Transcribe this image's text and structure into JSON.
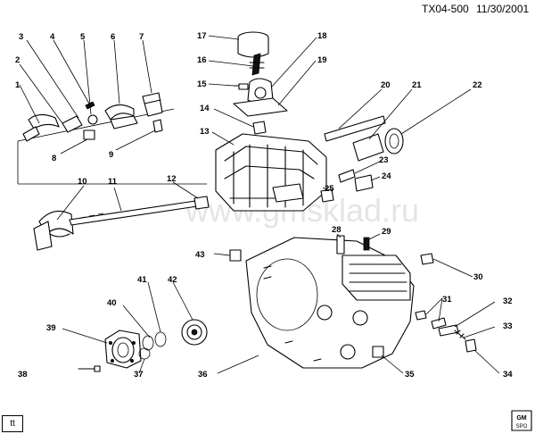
{
  "header": {
    "code": "TX04-500",
    "date": "11/30/2001"
  },
  "watermark": "www.gmsklad.ru",
  "footer": {
    "left_tag": "tt",
    "logo_text_1": "GM",
    "logo_text_2": "SPO"
  },
  "callouts": {
    "c1": "1",
    "c2": "2",
    "c3": "3",
    "c4": "4",
    "c5": "5",
    "c6": "6",
    "c7": "7",
    "c8": "8",
    "c9": "9",
    "c10": "10",
    "c11": "11",
    "c12": "12",
    "c13": "13",
    "c14": "14",
    "c15": "15",
    "c16": "16",
    "c17": "17",
    "c18": "18",
    "c19": "19",
    "c20": "20",
    "c21": "21",
    "c22": "22",
    "c23": "23",
    "c24": "24",
    "c25": "25",
    "c28": "28",
    "c29": "29",
    "c30": "30",
    "c31": "31",
    "c32": "32",
    "c33": "33",
    "c34": "34",
    "c35": "35",
    "c36": "36",
    "c37": "37",
    "c38": "38",
    "c39": "39",
    "c40": "40",
    "c41": "41",
    "c42": "42",
    "c43": "43"
  }
}
